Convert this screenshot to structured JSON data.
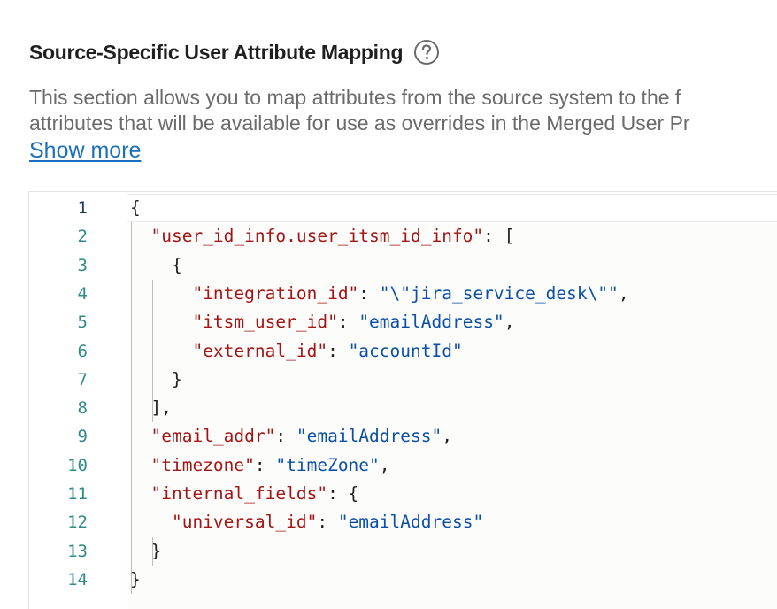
{
  "section": {
    "title": "Source-Specific User Attribute Mapping",
    "help_icon": "question-circle-icon",
    "description_lines": [
      "This section allows you to map attributes from the source system to the f",
      "attributes that will be available for use as overrides in the Merged User Pr"
    ],
    "show_more_label": "Show more"
  },
  "editor": {
    "line_numbers": [
      "1",
      "2",
      "3",
      "4",
      "5",
      "6",
      "7",
      "8",
      "9",
      "10",
      "11",
      "12",
      "13",
      "14"
    ],
    "active_line": "1",
    "lines": [
      [
        {
          "t": "p",
          "v": "{"
        }
      ],
      [
        {
          "t": "p",
          "v": "  "
        },
        {
          "t": "k",
          "v": "\"user_id_info.user_itsm_id_info\""
        },
        {
          "t": "p",
          "v": ": ["
        }
      ],
      [
        {
          "t": "p",
          "v": "    {"
        }
      ],
      [
        {
          "t": "p",
          "v": "      "
        },
        {
          "t": "k",
          "v": "\"integration_id\""
        },
        {
          "t": "p",
          "v": ": "
        },
        {
          "t": "s",
          "v": "\"\\\"jira_service_desk\\\"\""
        },
        {
          "t": "p",
          "v": ","
        }
      ],
      [
        {
          "t": "p",
          "v": "      "
        },
        {
          "t": "k",
          "v": "\"itsm_user_id\""
        },
        {
          "t": "p",
          "v": ": "
        },
        {
          "t": "s",
          "v": "\"emailAddress\""
        },
        {
          "t": "p",
          "v": ","
        }
      ],
      [
        {
          "t": "p",
          "v": "      "
        },
        {
          "t": "k",
          "v": "\"external_id\""
        },
        {
          "t": "p",
          "v": ": "
        },
        {
          "t": "s",
          "v": "\"accountId\""
        }
      ],
      [
        {
          "t": "p",
          "v": "    }"
        }
      ],
      [
        {
          "t": "p",
          "v": "  ],"
        }
      ],
      [
        {
          "t": "p",
          "v": "  "
        },
        {
          "t": "k",
          "v": "\"email_addr\""
        },
        {
          "t": "p",
          "v": ": "
        },
        {
          "t": "s",
          "v": "\"emailAddress\""
        },
        {
          "t": "p",
          "v": ","
        }
      ],
      [
        {
          "t": "p",
          "v": "  "
        },
        {
          "t": "k",
          "v": "\"timezone\""
        },
        {
          "t": "p",
          "v": ": "
        },
        {
          "t": "s",
          "v": "\"timeZone\""
        },
        {
          "t": "p",
          "v": ","
        }
      ],
      [
        {
          "t": "p",
          "v": "  "
        },
        {
          "t": "k",
          "v": "\"internal_fields\""
        },
        {
          "t": "p",
          "v": ": {"
        }
      ],
      [
        {
          "t": "p",
          "v": "    "
        },
        {
          "t": "k",
          "v": "\"universal_id\""
        },
        {
          "t": "p",
          "v": ": "
        },
        {
          "t": "s",
          "v": "\"emailAddress\""
        }
      ],
      [
        {
          "t": "p",
          "v": "  }"
        }
      ],
      [
        {
          "t": "p",
          "v": "}"
        }
      ]
    ]
  },
  "colors": {
    "key": "#a31515",
    "string": "#0b4fa8",
    "line_number": "#2f8a8a",
    "link": "#1a6fbf"
  }
}
